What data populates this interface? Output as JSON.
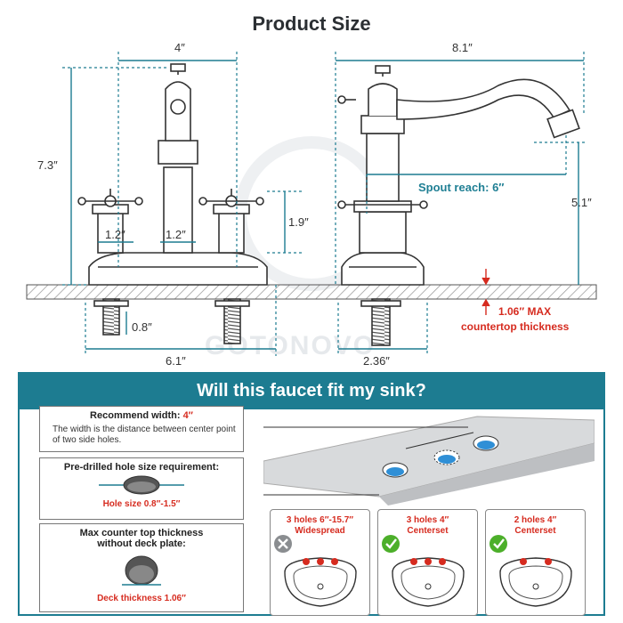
{
  "title": "Product Size",
  "watermark": "GOTONOVO",
  "dimensions": {
    "width_handles": "4″",
    "depth": "8.1″",
    "height": "7.3″",
    "handle_base_width": "1.2″",
    "spout_base_width": "1.2″",
    "handle_height": "1.9″",
    "spout_reach": "Spout reach: 6″",
    "spout_height": "5.1″",
    "shank_length": "0.8″",
    "base_width": "6.1″",
    "base_depth": "2.36″",
    "countertop_max": "1.06″ MAX",
    "countertop_label": "countertop thickness"
  },
  "banner": "Will this faucet fit my sink?",
  "recommend": {
    "heading": "Recommend width:",
    "value": "4″",
    "desc": "The width is the distance between center point of two side holes."
  },
  "hole": {
    "heading": "Pre-drilled hole size requirement:",
    "value": "Hole size 0.8″-1.5″"
  },
  "deck": {
    "heading_1": "Max counter top thickness",
    "heading_2": "without deck plate:",
    "value": "Deck thickness 1.06″"
  },
  "cards": [
    {
      "line1": "3 holes 6″-15.7″",
      "line2": "Widespread",
      "fits": false
    },
    {
      "line1": "3 holes 4″",
      "line2": "Centerset",
      "fits": true
    },
    {
      "line1": "2 holes 4″",
      "line2": "Centerset",
      "fits": true
    }
  ],
  "colors": {
    "teal": "#1d7c91",
    "red": "#d62b1f",
    "green": "#4caf2a",
    "gray": "#8a8d90"
  }
}
